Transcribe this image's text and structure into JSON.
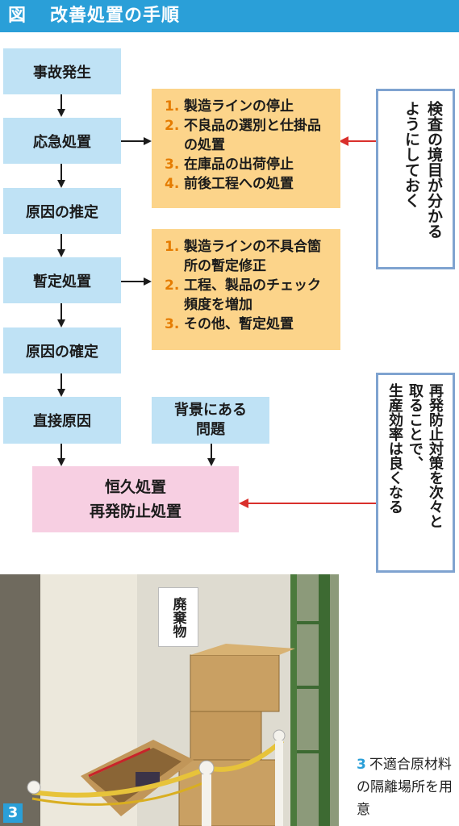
{
  "header": {
    "figure_label": "図",
    "title": "改善処置の手順"
  },
  "flow": {
    "jiko": "事故発生",
    "okyu": "応急処置",
    "gen_suitei": "原因の推定",
    "zantei": "暫定処置",
    "gen_kakutei": "原因の確定",
    "chokusetsu": "直接原因",
    "haikei_line1": "背景にある",
    "haikei_line2": "問題",
    "koukyu_line1": "恒久処置",
    "koukyu_line2": "再発防止処置"
  },
  "okyu_actions": [
    {
      "num": "1.",
      "text": "製造ラインの停止"
    },
    {
      "num": "2.",
      "text": "不良品の選別と仕掛品の処置"
    },
    {
      "num": "3.",
      "text": "在庫品の出荷停止"
    },
    {
      "num": "4.",
      "text": "前後工程への処置"
    }
  ],
  "zantei_actions": [
    {
      "num": "1.",
      "text": "製造ラインの不具合箇所の暫定修正"
    },
    {
      "num": "2.",
      "text": "工程、製品のチェック頻度を増加"
    },
    {
      "num": "3.",
      "text": "その他、暫定処置"
    }
  ],
  "notes": {
    "note1_line1": "検査の境目が分かる",
    "note1_line2": "ようにしておく",
    "note2_line1": "再発防止対策を次々と",
    "note2_line2": "取ることで、",
    "note2_line3": "生産効率は良くなる"
  },
  "photo": {
    "number": "3",
    "sign_text": "廃棄物",
    "caption": "不適合原材料の隔離場所を用意"
  },
  "colors": {
    "banner": "#2a9fd8",
    "step_box": "#bfe2f5",
    "action_box": "#fcd48a",
    "final_box": "#f7cfe2",
    "note_border": "#7fa3d0",
    "red_arrow": "#d9302c",
    "number_orange": "#e57c00"
  }
}
